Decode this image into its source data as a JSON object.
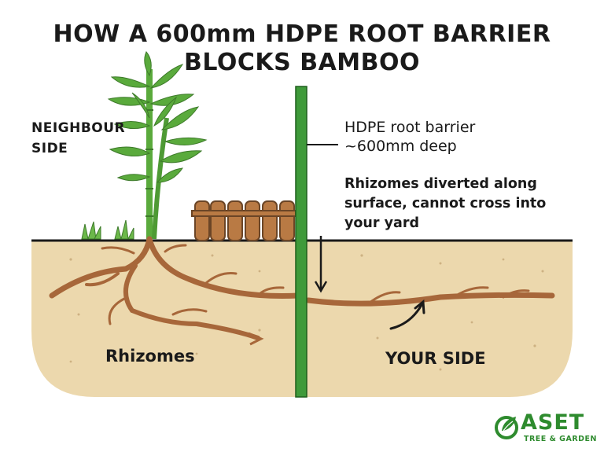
{
  "title": {
    "line1": "HOW A 600mm HDPE ROOT BARRIER",
    "line2": "BLOCKS BAMBOO"
  },
  "labels": {
    "neighbour_line1": "NEIGHBOUR",
    "neighbour_line2": "SIDE",
    "barrier_line1": "HDPE root barrier",
    "barrier_line2": "~600mm deep",
    "diverted_line1": "Rhizomes diverted along",
    "diverted_line2": "surface, cannot cross into",
    "diverted_line3": "your yard",
    "rhizomes": "Rhizomes",
    "your_side": "YOUR SIDE"
  },
  "logo": {
    "word": "ASET",
    "sub": "TREE & GARDEN"
  },
  "colors": {
    "soil": "#ecd8ad",
    "barrier": "#3f9a3a",
    "rhizome": "#a7673a",
    "fence": "#b97a44",
    "bamboo": "#5aaa3c",
    "brand": "#2e8b2e"
  }
}
